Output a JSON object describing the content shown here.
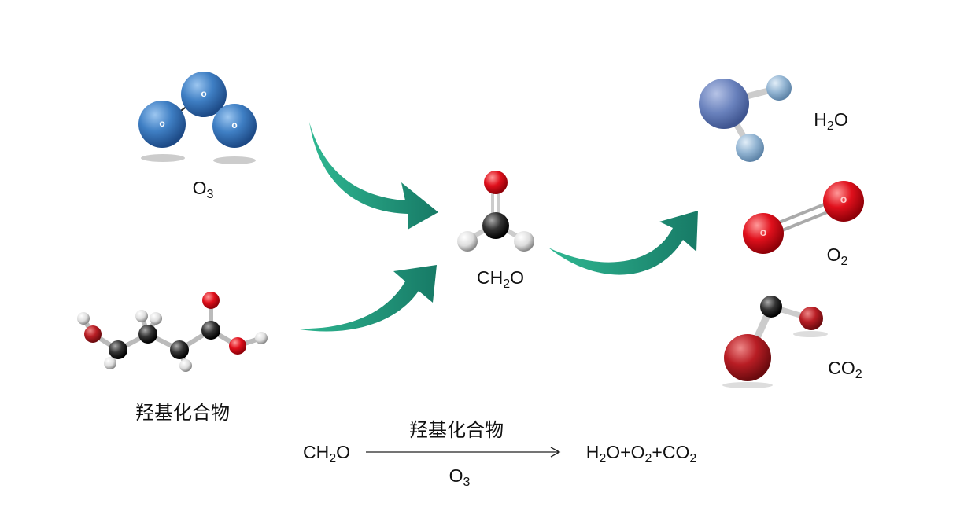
{
  "molecules": {
    "o3": {
      "label": "O",
      "sub": "3",
      "atom_text": "o"
    },
    "hydroxy": {
      "label": "羟基化合物"
    },
    "ch2o": {
      "label_a": "CH",
      "sub": "2",
      "label_b": "O"
    },
    "h2o": {
      "label_a": "H",
      "sub": "2",
      "label_b": "O"
    },
    "o2": {
      "label": "O",
      "sub": "2",
      "atom_text": "o"
    },
    "co2": {
      "label": "CO",
      "sub": "2"
    }
  },
  "equation": {
    "reactant_a": "CH",
    "reactant_sub": "2",
    "reactant_b": "O",
    "above_arrow": "羟基化合物",
    "below_arrow": "O",
    "below_sub": "3",
    "p1": "H",
    "p1_sub": "2",
    "p2": "O+O",
    "p2_sub": "2",
    "p3": "+CO",
    "p3_sub": "2"
  },
  "colors": {
    "arrow": "#1f9a7c",
    "oxygen_blue": "#3f7fc4",
    "red": "#d0101a",
    "carbon": "#333333"
  }
}
